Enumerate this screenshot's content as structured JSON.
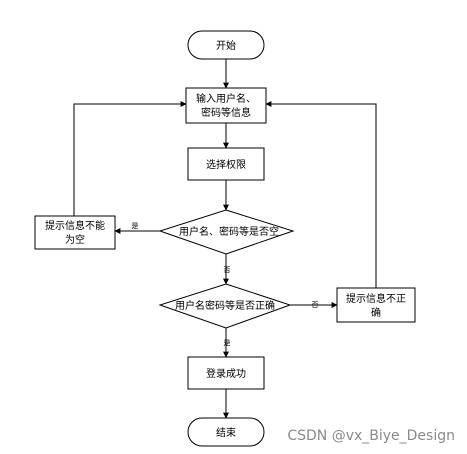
{
  "nodes": {
    "start": {
      "shape": "terminator",
      "text": "开始"
    },
    "input": {
      "shape": "process",
      "lines": [
        "输入用户名、",
        "密码等信息"
      ]
    },
    "select_role": {
      "shape": "process",
      "text": "选择权限"
    },
    "check_empty": {
      "shape": "decision",
      "text": "用户名、密码等是否空"
    },
    "empty_prompt": {
      "shape": "process",
      "lines": [
        "提示信息不能",
        "为空"
      ]
    },
    "check_correct": {
      "shape": "decision",
      "text": "用户名密码等是否正确"
    },
    "wrong_prompt": {
      "shape": "process",
      "lines": [
        "提示信息不正",
        "确"
      ]
    },
    "login_ok": {
      "shape": "process",
      "text": "登录成功"
    },
    "end": {
      "shape": "terminator",
      "text": "结束"
    }
  },
  "edges": {
    "empty_yes": "是",
    "empty_no": "否",
    "correct_no": "否",
    "correct_yes": "是"
  },
  "watermark": "CSDN @vx_Biye_Design",
  "colors": {
    "stroke": "#000000",
    "fill": "#ffffff",
    "watermark": "#8a8a8a"
  }
}
